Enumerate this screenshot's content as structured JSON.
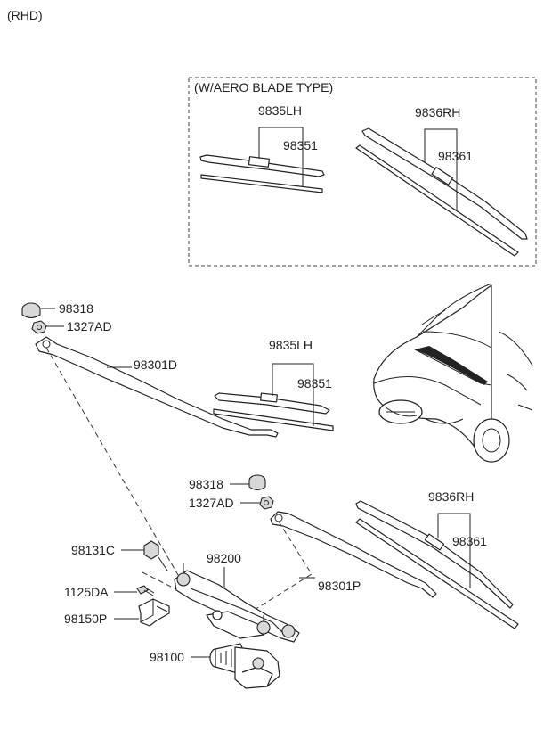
{
  "variant_note": "(RHD)",
  "aero_box_title": "(W/AERO BLADE TYPE)",
  "labels": {
    "aero_lh_blade": "9835LH",
    "aero_lh_refill": "98351",
    "aero_rh_blade": "9836RH",
    "aero_rh_refill": "98361",
    "cap_upper": "98318",
    "nut_upper": "1327AD",
    "arm_lh": "98301D",
    "lh_blade": "9835LH",
    "lh_refill": "98351",
    "cap_lower": "98318",
    "nut_lower": "1327AD",
    "rh_blade": "9836RH",
    "rh_refill": "98361",
    "pivot_cap": "98131C",
    "linkage": "98200",
    "arm_rh": "98301P",
    "bolt": "1125DA",
    "bracket": "98150P",
    "motor": "98100"
  }
}
